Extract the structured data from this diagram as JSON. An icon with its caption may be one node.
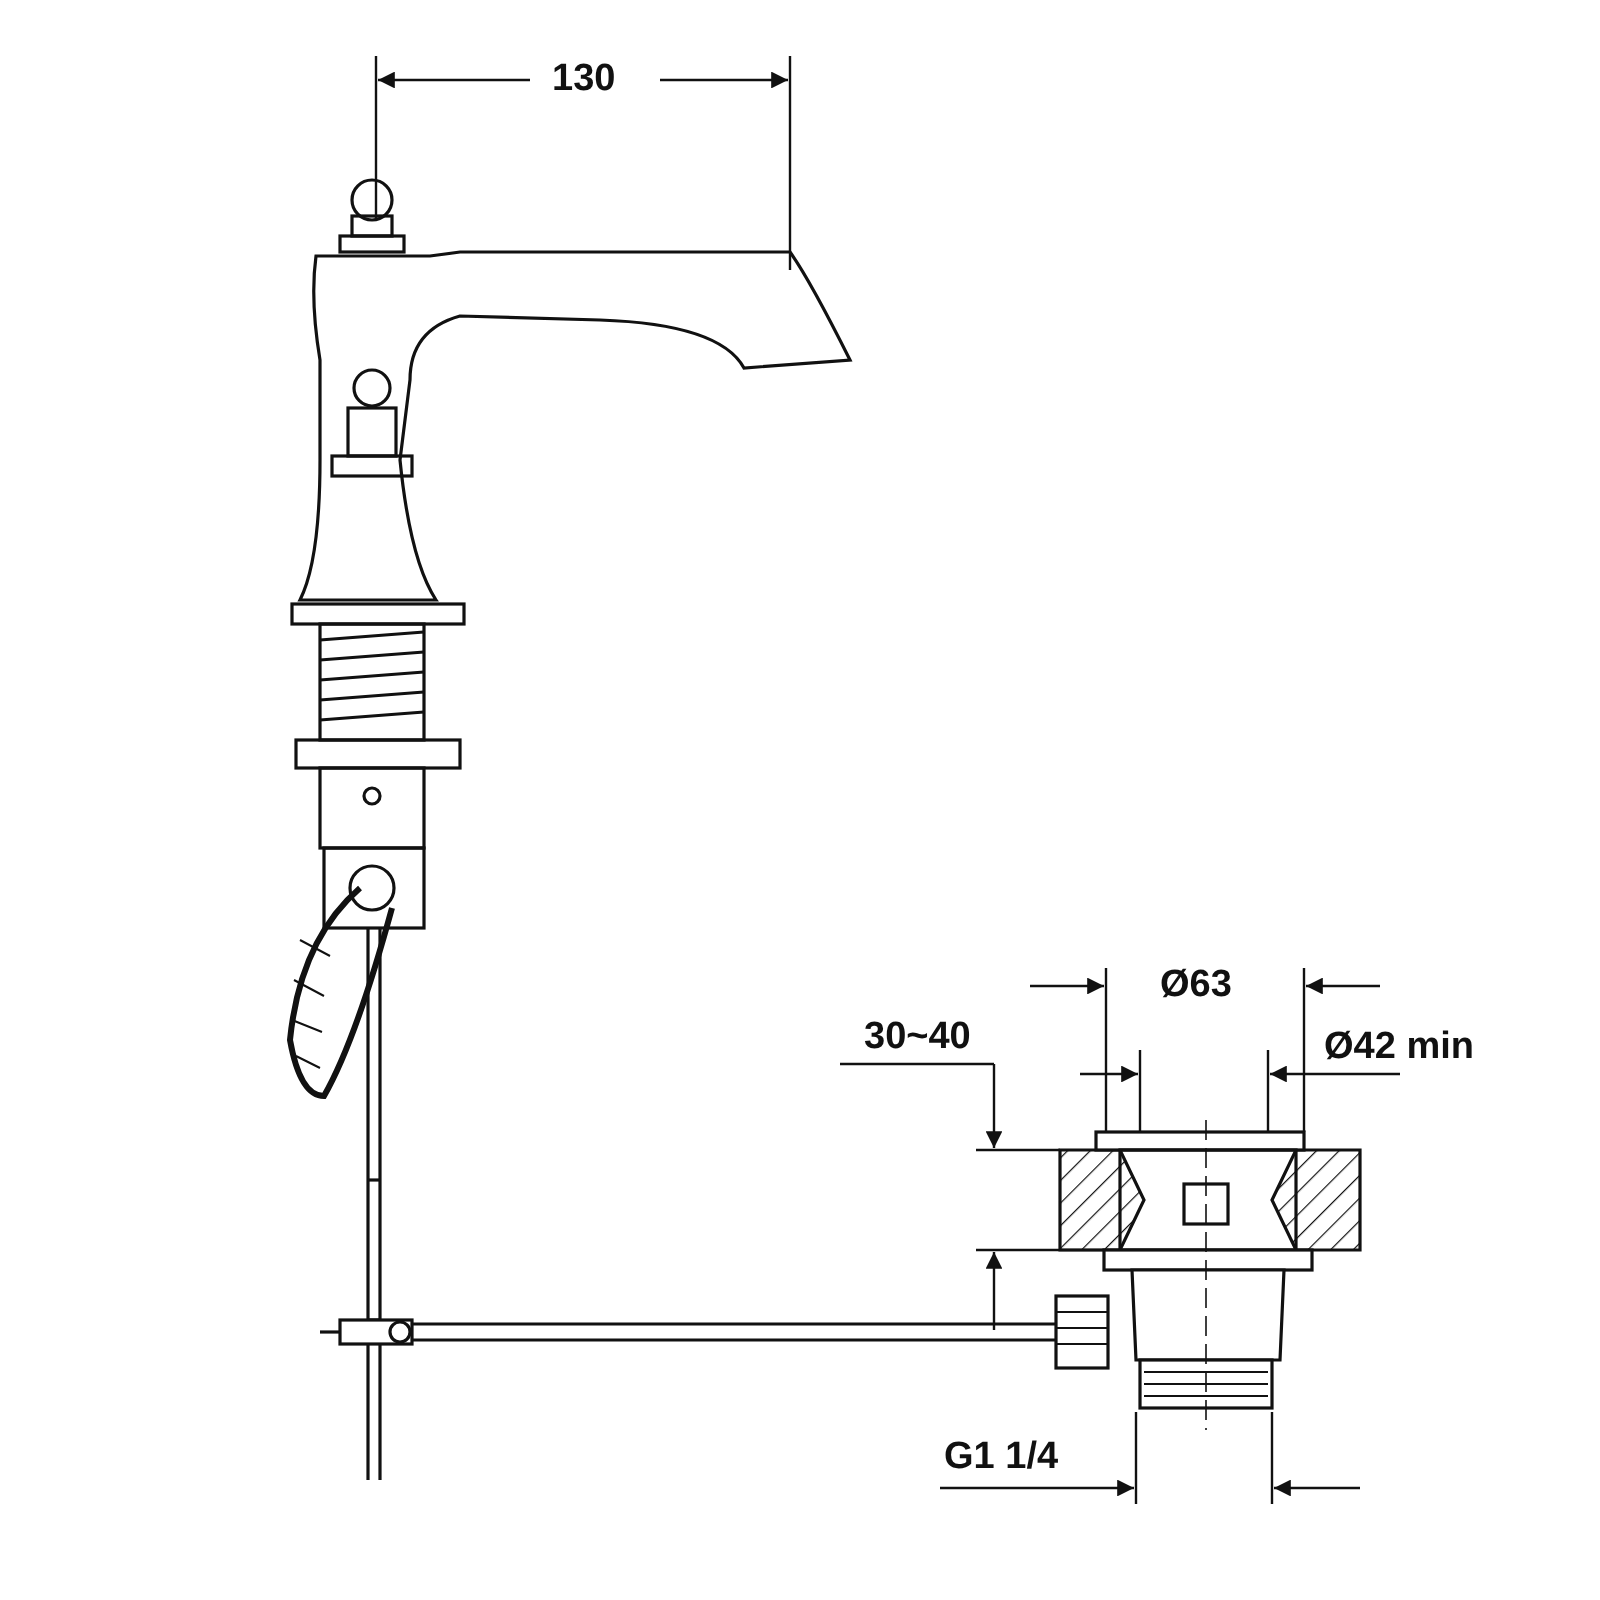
{
  "diagram": {
    "labels": [
      "130",
      "Ø63",
      "30~40",
      "Ø42 min",
      "G1 1/4"
    ]
  }
}
